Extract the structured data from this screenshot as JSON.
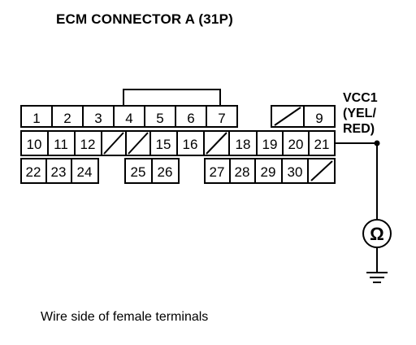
{
  "title": "ECM CONNECTOR A (31P)",
  "caption": "Wire side of female terminals",
  "wire": {
    "line1": "VCC1",
    "line2": "(YEL/",
    "line3": "RED)"
  },
  "meter_symbol": "Ω",
  "pins": {
    "p1": "1",
    "p2": "2",
    "p3": "3",
    "p4": "4",
    "p5": "5",
    "p6": "6",
    "p7": "7",
    "p9": "9",
    "p10": "10",
    "p11": "11",
    "p12": "12",
    "p15": "15",
    "p16": "16",
    "p18": "18",
    "p19": "19",
    "p20": "20",
    "p21": "21",
    "p22": "22",
    "p23": "23",
    "p24": "24",
    "p25": "25",
    "p26": "26",
    "p27": "27",
    "p28": "28",
    "p29": "29",
    "p30": "30"
  }
}
